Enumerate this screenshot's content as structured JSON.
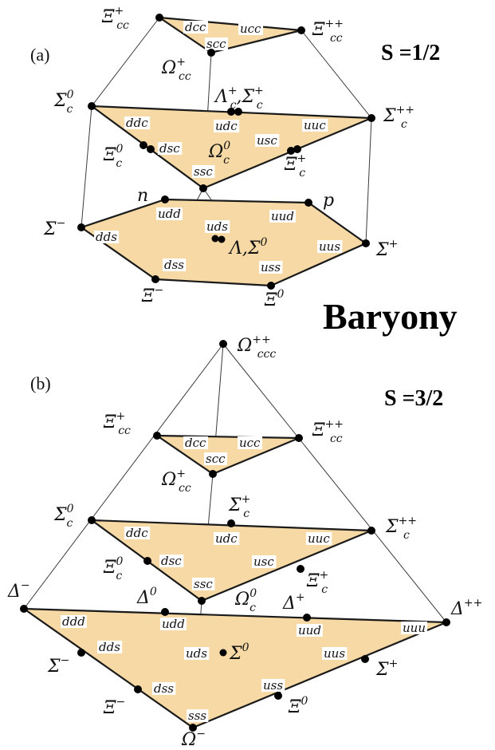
{
  "title": "Baryony",
  "panel_a": {
    "label": "(a)",
    "spin": "S =1/2",
    "particles": {
      "xi_cc_plus": {
        "sym": "Ξ",
        "sub": "cc",
        "sup": "+"
      },
      "xi_cc_plusplus": {
        "sym": "Ξ",
        "sub": "cc",
        "sup": "++"
      },
      "omega_cc_plus": {
        "sym": "Ω",
        "sub": "cc",
        "sup": "+"
      },
      "lambda_sigma_c_plus": {
        "sym": "Λ",
        "sub": "c",
        "sup": "+",
        "sym2": "Σ",
        "sub2": "c",
        "sup2": "+"
      },
      "sigma_c0": {
        "sym": "Σ",
        "sub": "c",
        "sup": "0"
      },
      "sigma_c_plusplus": {
        "sym": "Σ",
        "sub": "c",
        "sup": "++"
      },
      "xi_c0": {
        "sym": "Ξ",
        "sub": "c",
        "sup": "0"
      },
      "omega_c0": {
        "sym": "Ω",
        "sub": "c",
        "sup": "0"
      },
      "xi_c_plus": {
        "sym": "Ξ",
        "sub": "c",
        "sup": "+"
      },
      "n": "n",
      "p": "p",
      "sigma_minus": {
        "sym": "Σ",
        "sup": "−"
      },
      "sigma_plus": {
        "sym": "Σ",
        "sup": "+"
      },
      "lambda_sigma0": {
        "sym": "Λ,Σ",
        "sup": "0"
      },
      "xi_minus": {
        "sym": "Ξ",
        "sup": "−"
      },
      "xi_zero": {
        "sym": "Ξ",
        "sup": "0"
      }
    },
    "quarks": [
      "dcc",
      "ucc",
      "scc",
      "ddc",
      "udc",
      "uuc",
      "dsc",
      "usc",
      "ssc",
      "udd",
      "uud",
      "dds",
      "uds",
      "uus",
      "dss",
      "uss"
    ]
  },
  "panel_b": {
    "label": "(b)",
    "spin": "S =3/2",
    "particles": {
      "omega_ccc": {
        "sym": "Ω",
        "sub": "ccc",
        "sup": "++"
      },
      "xi_cc_plus": {
        "sym": "Ξ",
        "sub": "cc",
        "sup": "+"
      },
      "xi_cc_plusplus": {
        "sym": "Ξ",
        "sub": "cc",
        "sup": "++"
      },
      "omega_cc_plus": {
        "sym": "Ω",
        "sub": "cc",
        "sup": "+"
      },
      "sigma_c_plus": {
        "sym": "Σ",
        "sub": "c",
        "sup": "+"
      },
      "sigma_c0": {
        "sym": "Σ",
        "sub": "c",
        "sup": "0"
      },
      "sigma_c_plusplus": {
        "sym": "Σ",
        "sub": "c",
        "sup": "++"
      },
      "xi_c0": {
        "sym": "Ξ",
        "sub": "c",
        "sup": "0"
      },
      "xi_c_plus": {
        "sym": "Ξ",
        "sub": "c",
        "sup": "+"
      },
      "omega_c0": {
        "sym": "Ω",
        "sub": "c",
        "sup": "0"
      },
      "delta_minus": {
        "sym": "Δ",
        "sup": "−"
      },
      "delta_zero": {
        "sym": "Δ",
        "sup": "0"
      },
      "delta_plus": {
        "sym": "Δ",
        "sup": "+"
      },
      "delta_plusplus": {
        "sym": "Δ",
        "sup": "++"
      },
      "sigma0": {
        "sym": "Σ",
        "sup": "0"
      },
      "sigma_minus": {
        "sym": "Σ",
        "sup": "−"
      },
      "sigma_plus": {
        "sym": "Σ",
        "sup": "+"
      },
      "xi_minus": {
        "sym": "Ξ",
        "sup": "−"
      },
      "xi_zero": {
        "sym": "Ξ",
        "sup": "0"
      },
      "omega_minus": {
        "sym": "Ω",
        "sup": "−"
      }
    },
    "quarks": [
      "dcc",
      "ucc",
      "scc",
      "ddc",
      "udc",
      "uuc",
      "dsc",
      "usc",
      "ssc",
      "ddd",
      "udd",
      "uud",
      "uuu",
      "dds",
      "uds",
      "uus",
      "dss",
      "uss",
      "sss"
    ]
  }
}
